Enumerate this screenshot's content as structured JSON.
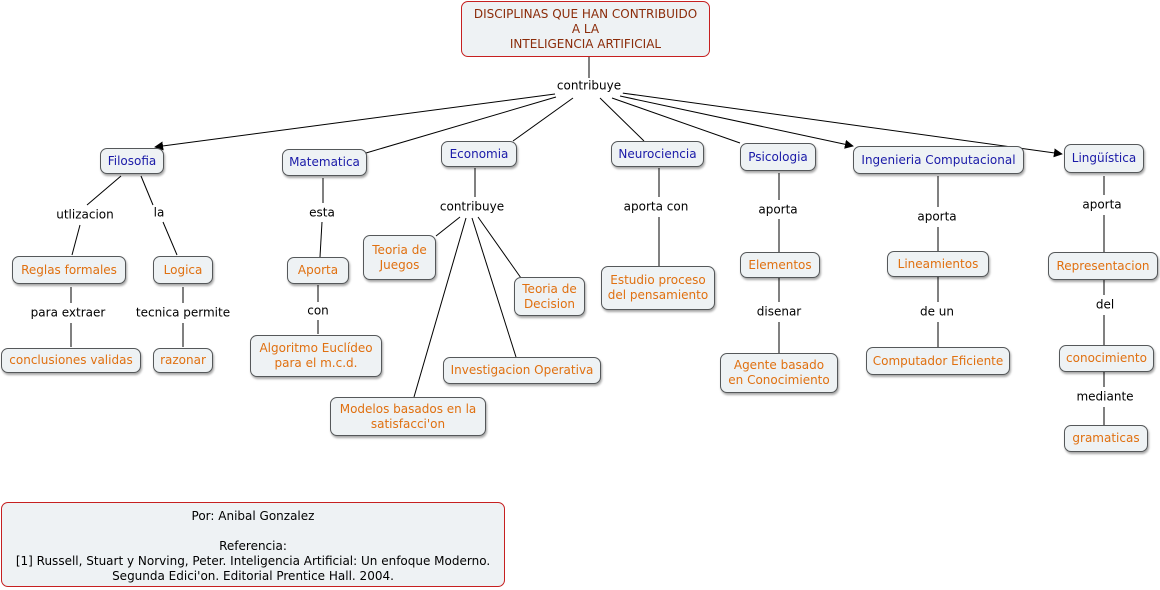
{
  "root": "DISCIPLINAS QUE HAN CONTRIBUIDO\nA LA\nINTELIGENCIA ARTIFICIAL",
  "root_link": "contribuye",
  "categories": {
    "filosofia": "Filosofia",
    "matematica": "Matematica",
    "economia": "Economia",
    "neurociencia": "Neurociencia",
    "psicologia": "Psicologia",
    "ingenieria": "Ingenieria Computacional",
    "linguistica": "Lingüística"
  },
  "filosofia": {
    "link_a": "utlizacion",
    "node_a": "Reglas formales",
    "link_a2": "para extraer",
    "node_a2": "conclusiones validas",
    "link_b": "la",
    "node_b": "Logica",
    "link_b2": "tecnica permite",
    "node_b2": "razonar"
  },
  "matematica": {
    "link1": "esta",
    "node1": "Aporta",
    "link2": "con",
    "node2": "Algoritmo Euclídeo\npara el m.c.d."
  },
  "economia": {
    "link": "contribuye",
    "juegos": "Teoria de\nJuegos",
    "decision": "Teoria de\nDecision",
    "operativa": "Investigacion Operativa",
    "modelos": "Modelos basados en la\nsatisfacci'on"
  },
  "neurociencia": {
    "link": "aporta con",
    "node": "Estudio proceso\ndel pensamiento"
  },
  "psicologia": {
    "link1": "aporta",
    "node1": "Elementos",
    "link2": "disenar",
    "node2": "Agente basado\nen Conocimiento"
  },
  "ingenieria": {
    "link1": "aporta",
    "node1": "Lineamientos",
    "link2": "de un",
    "node2": "Computador Eficiente"
  },
  "linguistica": {
    "link1": "aporta",
    "node1": "Representacion",
    "link2": "del",
    "node2": "conocimiento",
    "link3": "mediante",
    "node3": "gramaticas"
  },
  "reference": {
    "author": "Por: Anibal Gonzalez",
    "title": "Referencia:",
    "line1": "[1] Russell, Stuart y Norving, Peter. Inteligencia Artificial: Un enfoque Moderno.",
    "line2": "Segunda Edici'on. Editorial Prentice Hall. 2004."
  },
  "colors": {
    "root_border": "#c62020",
    "category_text": "#1a1aa8",
    "leaf_text": "#e07010",
    "node_fill": "#eef2f4"
  }
}
